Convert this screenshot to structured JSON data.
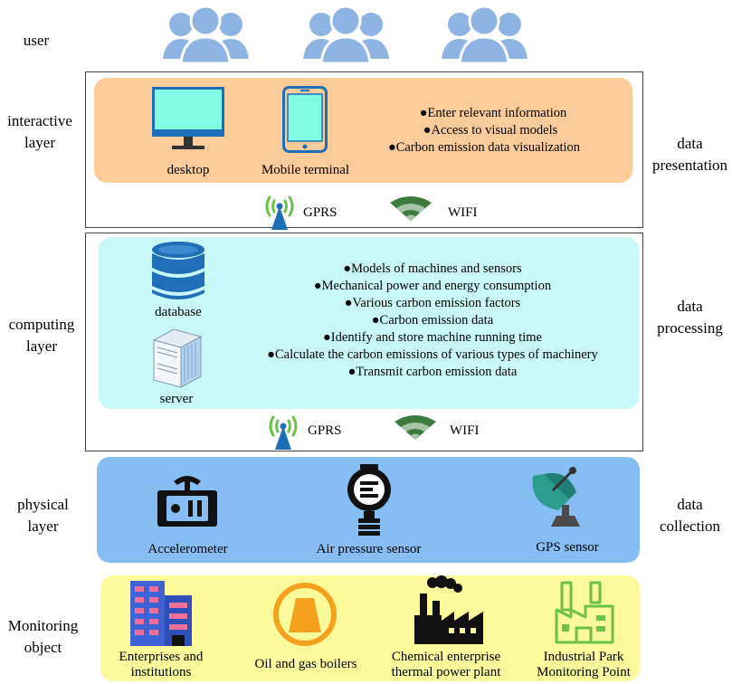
{
  "side_labels": {
    "user": "user",
    "interactive_layer": [
      "interactive",
      "layer"
    ],
    "computing_layer": [
      "computing",
      "layer"
    ],
    "physical_layer": [
      "physical",
      "layer"
    ],
    "monitoring_object": [
      "Monitoring",
      "object"
    ],
    "data_presentation": [
      "data",
      "presentation"
    ],
    "data_processing": [
      "data",
      "processing"
    ],
    "data_collection": [
      "data",
      "collection"
    ]
  },
  "interactive": {
    "desktop": "desktop",
    "mobile": "Mobile terminal",
    "bullets": [
      "●Enter relevant information",
      "●Access to visual models",
      "●Carbon emission data visualization"
    ]
  },
  "network": {
    "gprs": "GPRS",
    "wifi": "WIFI"
  },
  "computing": {
    "database": "database",
    "server": "server",
    "bullets": [
      "●Models of machines and sensors",
      "●Mechanical power and energy consumption",
      "●Various carbon emission factors",
      "●Carbon emission data",
      "●Identify and store machine running time",
      "●Calculate the carbon emissions of various types of machinery",
      "●Transmit carbon emission data"
    ]
  },
  "physical": {
    "accelerometer": "Accelerometer",
    "air_pressure": "Air pressure sensor",
    "gps": "GPS sensor"
  },
  "monitoring": {
    "enterprises": [
      "Enterprises and",
      "institutions"
    ],
    "boilers": "Oil and gas boilers",
    "chemical": [
      "Chemical enterprise",
      "thermal power plant"
    ],
    "park": [
      "Industrial Park",
      "Monitoring Point"
    ]
  },
  "colors": {
    "interactive_panel": "#FBCB9A",
    "computing_panel": "#C9F8F9",
    "physical_panel": "#86BDF3",
    "monitoring_panel": "#FCFA9B",
    "user_icon": "#8EB4E3",
    "desktop_screen": "#7FFCE3",
    "antenna_green": "#6CC04A",
    "antenna_blue": "#1F6FB8",
    "wifi_green": "#3C7A3E"
  }
}
